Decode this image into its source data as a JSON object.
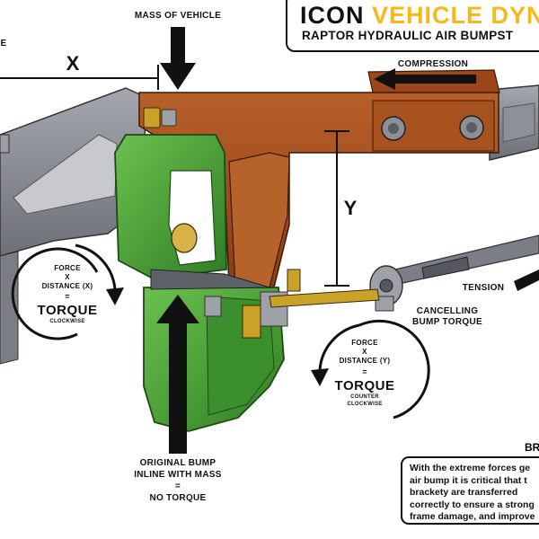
{
  "brand": {
    "title_part1": "ICON",
    "title_part2": "VEHICLE DYN",
    "subtitle": "RAPTOR HYDRAULIC AIR BUMPST",
    "title_color": "#111111",
    "accent_color": "#f6b81b"
  },
  "labels": {
    "mass_of_vehicle": "MASS OF VEHICLE",
    "x": "X",
    "y": "Y",
    "compression": "COMPRESSION",
    "tension": "TENSION",
    "cancelling_line1": "CANCELLING",
    "cancelling_line2": "BUMP TORQUE",
    "edge_fragment": "E"
  },
  "torque_left": {
    "line1": "FORCE",
    "line2": "X",
    "line3": "DISTANCE (X)",
    "line4": "=",
    "title": "TORQUE",
    "direction": "CLOCKWISE"
  },
  "torque_right": {
    "line1": "FORCE",
    "line2": "X",
    "line3": "DISTANCE (Y)",
    "line4": "=",
    "title": "TORQUE",
    "direction1": "COUNTER",
    "direction2": "CLOCKWISE"
  },
  "original_bump": {
    "line1": "ORIGINAL BUMP",
    "line2": "INLINE WITH MASS",
    "line3": "=",
    "line4": "NO TORQUE"
  },
  "info": {
    "heading": "BR",
    "lines": [
      "With the extreme forces ge",
      "air bump it is critical that t",
      "brackety  are  transferred",
      "correctly to ensure a strong",
      "frame damage, and improve"
    ]
  },
  "colors": {
    "frame": "#8a8d93",
    "bracket": "#a24d1e",
    "bumpstop": "#4fa83a",
    "bolt": "#c9a227"
  }
}
